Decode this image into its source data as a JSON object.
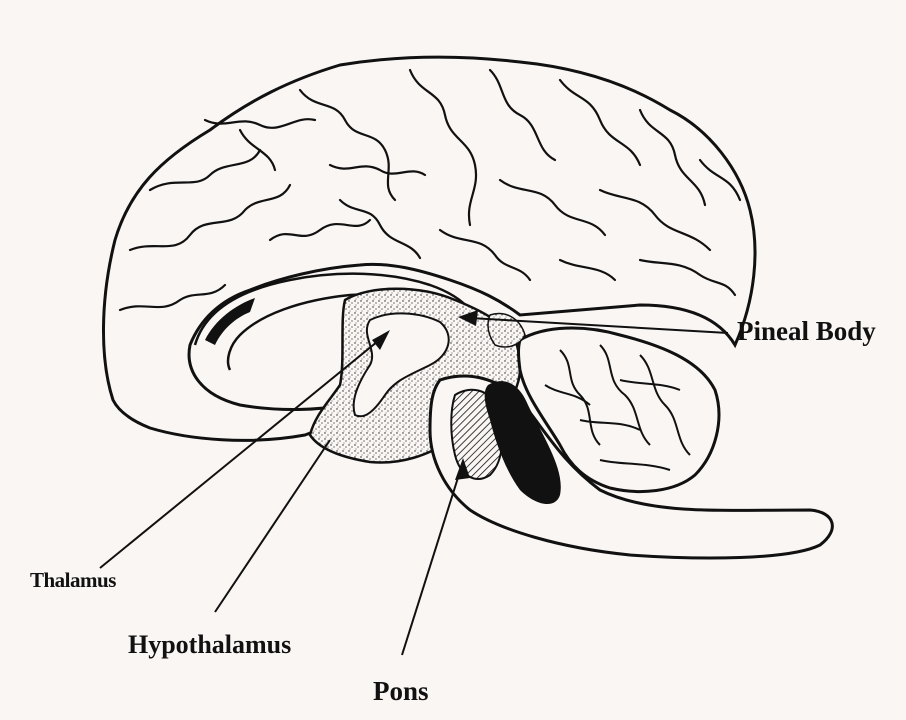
{
  "diagram": {
    "labels": {
      "pineal": "Pineal Body",
      "thalamus": "Thalamus",
      "hypothalamus": "Hypothalamus",
      "pons": "Pons"
    }
  }
}
